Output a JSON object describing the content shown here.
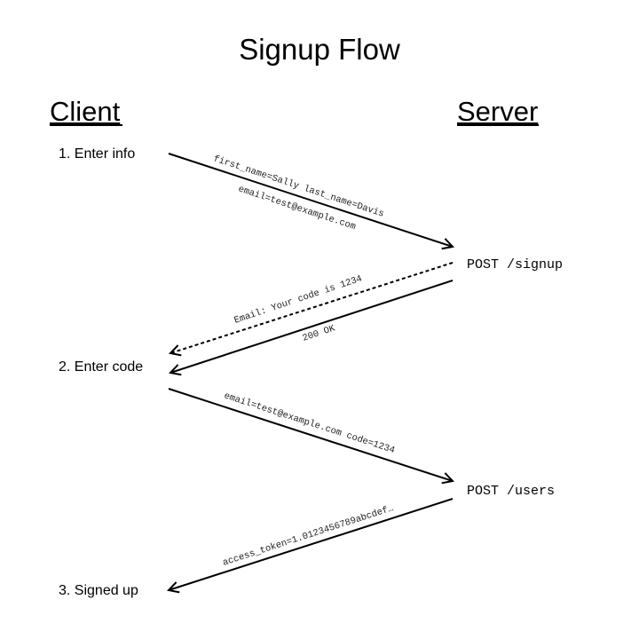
{
  "diagram": {
    "title": "Signup Flow",
    "client_heading": "Client",
    "server_heading": "Server",
    "steps": [
      {
        "label": "1. Enter info"
      },
      {
        "label": "2. Enter code"
      },
      {
        "label": "3. Signed up"
      }
    ],
    "endpoints": [
      {
        "label": "POST /signup"
      },
      {
        "label": "POST /users"
      }
    ],
    "messages": {
      "signup_request_line1": "first_name=Sally last_name=Davis",
      "signup_request_line2": "email=test@example.com",
      "email_notification": "Email: Your code is 1234",
      "signup_response": "200 OK",
      "users_request": "email=test@example.com code=1234",
      "users_response": "access_token=1.0123456789abcdef…"
    }
  }
}
